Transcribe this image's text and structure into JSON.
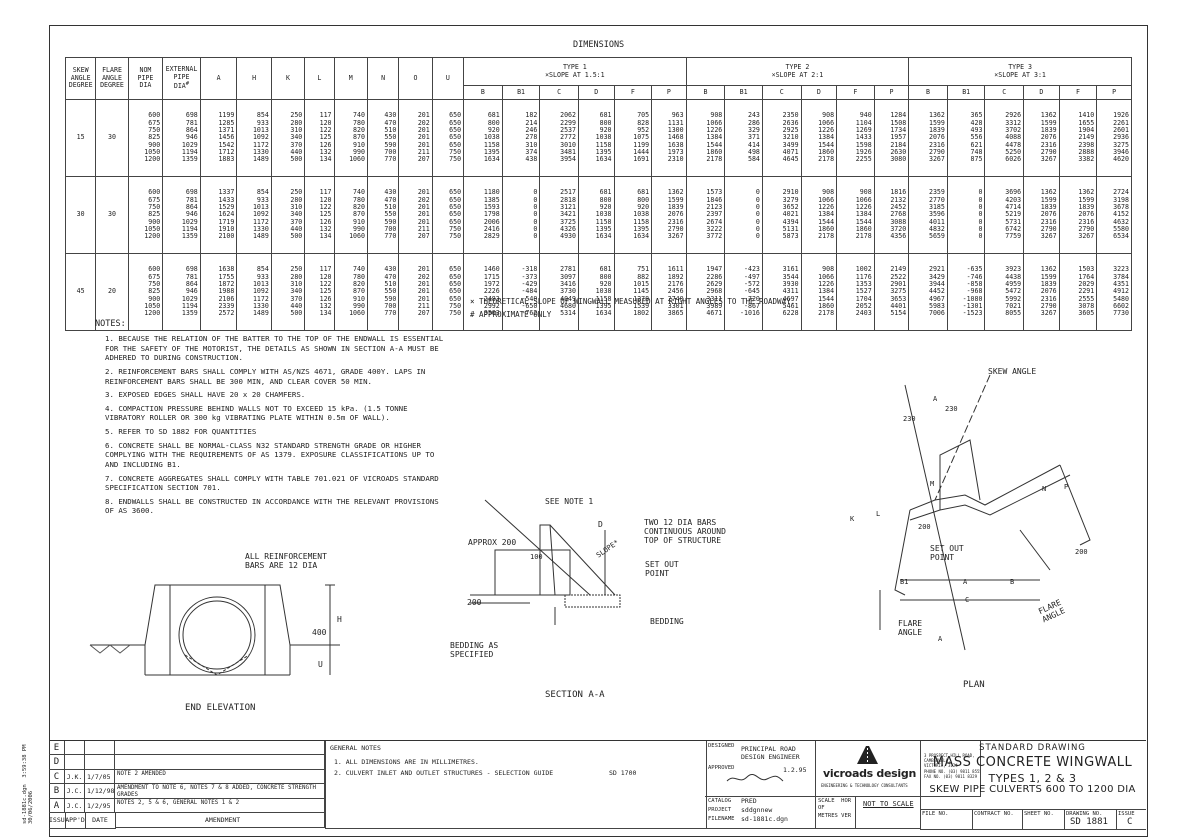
{
  "table": {
    "title": "DIMENSIONS",
    "headers": {
      "skew": "SKEW ANGLE DEGREE",
      "flare": "FLARE ANGLE DEGREE",
      "nom": "NOM PIPE DIA",
      "ext": "EXTERNAL PIPE DIA",
      "ext_mark": "#",
      "cols": [
        "A",
        "H",
        "K",
        "L",
        "M",
        "N",
        "O",
        "U"
      ],
      "type1": "TYPE 1",
      "type1_slope": "×SLOPE AT 1.5:1",
      "type2": "TYPE 2",
      "type2_slope": "×SLOPE AT 2:1",
      "type3": "TYPE 3",
      "type3_slope": "×SLOPE AT 3:1",
      "sub": [
        "B",
        "B1",
        "C",
        "D",
        "F",
        "P"
      ]
    },
    "groups": [
      {
        "skew": "15",
        "flare": "30",
        "nom": "600\n675\n750\n825\n900\n1050\n1200",
        "ext": "698\n781\n864\n946\n1029\n1194\n1359",
        "A": "1199\n1285\n1371\n1456\n1542\n1712\n1883",
        "H": "854\n933\n1013\n1092\n1172\n1330\n1489",
        "K": "250\n280\n310\n340\n370\n440\n500",
        "L": "117\n120\n122\n125\n126\n132\n134",
        "M": "740\n780\n820\n870\n910\n990\n1060",
        "N": "430\n470\n510\n550\n590\n700\n770",
        "O": "201\n202\n201\n201\n201\n211\n207",
        "U": "650\n650\n650\n650\n650\n750\n750",
        "t1": [
          "681\n800\n920\n1038\n1158\n1395\n1634",
          "182\n214\n246\n278\n310\n374\n438",
          "2062\n2299\n2537\n2772\n3010\n3481\n3954",
          "681\n800\n920\n1038\n1158\n1395\n1634",
          "705\n828\n952\n1075\n1199\n1444\n1691",
          "963\n1131\n1300\n1468\n1638\n1973\n2310"
        ],
        "t2": [
          "908\n1066\n1226\n1384\n1544\n1860\n2178",
          "243\n286\n329\n371\n414\n498\n584",
          "2350\n2636\n2925\n3210\n3499\n4071\n4645",
          "908\n1066\n1226\n1384\n1544\n1860\n2178",
          "940\n1104\n1269\n1433\n1598\n1926\n2255",
          "1284\n1508\n1734\n1957\n2184\n2630\n3080"
        ],
        "t3": [
          "1362\n1599\n1839\n2076\n2316\n2790\n3267",
          "365\n428\n493\n556\n621\n748\n875",
          "2926\n3312\n3702\n4088\n4478\n5250\n6026",
          "1362\n1599\n1839\n2076\n2316\n2790\n3267",
          "1410\n1655\n1904\n2149\n2398\n2888\n3382",
          "1926\n2261\n2601\n2936\n3275\n3946\n4620"
        ]
      },
      {
        "skew": "30",
        "flare": "30",
        "nom": "600\n675\n750\n825\n900\n1050\n1200",
        "ext": "698\n781\n864\n946\n1029\n1194\n1359",
        "A": "1337\n1433\n1529\n1624\n1719\n1910\n2100",
        "H": "854\n933\n1013\n1092\n1172\n1330\n1489",
        "K": "250\n280\n310\n340\n370\n440\n500",
        "L": "117\n120\n122\n125\n126\n132\n134",
        "M": "740\n780\n820\n870\n910\n990\n1060",
        "N": "430\n470\n510\n550\n590\n700\n770",
        "O": "201\n202\n201\n201\n201\n211\n207",
        "U": "650\n650\n650\n650\n650\n750\n750",
        "t1": [
          "1180\n1385\n1593\n1798\n2006\n2416\n2829",
          "0\n0\n0\n0\n0\n0\n0",
          "2517\n2818\n3121\n3421\n3725\n4326\n4930",
          "681\n800\n920\n1038\n1158\n1395\n1634",
          "681\n800\n920\n1038\n1158\n1395\n1634",
          "1362\n1599\n1839\n2076\n2316\n2790\n3267"
        ],
        "t2": [
          "1573\n1846\n2123\n2397\n2674\n3222\n3772",
          "0\n0\n0\n0\n0\n0\n0",
          "2910\n3279\n3652\n4021\n4394\n5131\n5873",
          "908\n1066\n1226\n1384\n1544\n1860\n2178",
          "908\n1066\n1226\n1384\n1544\n1860\n2178",
          "1816\n2132\n2452\n2768\n3088\n3720\n4356"
        ],
        "t3": [
          "2359\n2770\n3185\n3596\n4011\n4832\n5659",
          "0\n0\n0\n0\n0\n0\n0",
          "3696\n4203\n4714\n5219\n5731\n6742\n7759",
          "1362\n1599\n1839\n2076\n2316\n2790\n3267",
          "1362\n1599\n1839\n2076\n2316\n2790\n3267",
          "2724\n3198\n3678\n4152\n4632\n5580\n6534"
        ]
      },
      {
        "skew": "45",
        "flare": "20",
        "nom": "600\n675\n750\n825\n900\n1050\n1200",
        "ext": "698\n781\n864\n946\n1029\n1194\n1359",
        "A": "1638\n1755\n1872\n1988\n2106\n2339\n2572",
        "H": "854\n933\n1013\n1092\n1172\n1330\n1489",
        "K": "250\n280\n310\n340\n370\n440\n500",
        "L": "117\n120\n122\n125\n126\n132\n134",
        "M": "740\n780\n820\n870\n910\n990\n1060",
        "N": "430\n470\n510\n550\n590\n700\n770",
        "O": "201\n202\n201\n201\n201\n211\n207",
        "U": "650\n650\n650\n650\n650\n750\n750",
        "t1": [
          "1460\n1715\n1972\n2226\n2483\n2992\n3503",
          "-318\n-373\n-429\n-484\n-540\n-650\n-762",
          "2781\n3097\n3416\n3730\n4049\n4680\n5314",
          "681\n800\n920\n1038\n1158\n1395\n1634",
          "751\n882\n1015\n1145\n1278\n1539\n1802",
          "1611\n1892\n2176\n2456\n2740\n3301\n3865"
        ],
        "t2": [
          "1947\n2286\n2629\n2968\n3311\n3989\n4671",
          "-423\n-497\n-572\n-645\n-720\n-867\n-1016",
          "3161\n3544\n3930\n4311\n4697\n5461\n6228",
          "908\n1066\n1226\n1384\n1544\n1860\n2178",
          "1002\n1176\n1353\n1527\n1704\n2052\n2403",
          "2149\n2522\n2901\n3275\n3653\n4401\n5154"
        ],
        "t3": [
          "2921\n3429\n3944\n4452\n4967\n5983\n7006",
          "-635\n-746\n-858\n-968\n-1080\n-1301\n-1523",
          "3923\n4438\n4959\n5472\n5992\n7021\n8055",
          "1362\n1599\n1839\n2076\n2316\n2790\n3267",
          "1503\n1764\n2029\n2291\n2555\n3078\n3605",
          "3223\n3784\n4351\n4912\n5480\n6602\n7730"
        ]
      }
    ],
    "footnote1": "× THEORETICAL SLOPE OF WINGWALL MEASURED AT RIGHT ANGLES TO THE ROADWAY.",
    "footnote2": "# APPROXIMATE ONLY"
  },
  "notes": {
    "title": "NOTES:",
    "items": [
      "1. BECAUSE THE RELATION OF THE BATTER TO THE TOP OF THE ENDWALL IS ESSENTIAL FOR THE SAFETY OF THE MOTORIST, THE DETAILS AS SHOWN IN SECTION A-A MUST BE ADHERED TO DURING CONSTRUCTION.",
      "2. REINFORCEMENT BARS SHALL COMPLY WITH AS/NZS 4671, GRADE 400Y. LAPS IN REINFORCEMENT BARS SHALL BE 300 MIN, AND CLEAR COVER 50 MIN.",
      "3. EXPOSED EDGES SHALL HAVE 20 x 20 CHAMFERS.",
      "4. COMPACTION PRESSURE BEHIND WALLS NOT TO EXCEED 15 kPa. (1.5 TONNE VIBRATORY ROLLER OR 300 kg VIBRATING PLATE WITHIN 0.5m OF WALL).",
      "5. REFER TO SD 1882 FOR QUANTITIES",
      "6. CONCRETE SHALL BE NORMAL-CLASS N32 STANDARD STRENGTH GRADE OR HIGHER COMPLYING WITH THE REQUIREMENTS OF AS 1379. EXPOSURE CLASSIFICATIONS UP TO AND INCLUDING B1.",
      "7. CONCRETE AGGREGATES SHALL COMPLY WITH TABLE 701.021 OF VICROADS STANDARD SPECIFICATION SECTION 701.",
      "8. ENDWALLS SHALL BE CONSTRUCTED IN ACCORDANCE WITH THE RELEVANT PROVISIONS OF AS 3600."
    ]
  },
  "end_elevation": {
    "title": "END ELEVATION",
    "reinf": "ALL REINFORCEMENT\nBARS ARE 12 DIA",
    "dim_400": "400",
    "H": "H",
    "U": "U"
  },
  "section": {
    "title": "SECTION A-A",
    "see_note": "SEE NOTE 1",
    "approx200": "APPROX 200",
    "d100": "100",
    "d200": "200",
    "D": "D",
    "slope": "SLOPE*",
    "two_bars": "TWO 12 DIA BARS\nCONTINUOUS AROUND\nTOP OF STRUCTURE",
    "setout": "SET OUT\nPOINT",
    "bedding": "BEDDING",
    "bedding_as": "BEDDING AS\nSPECIFIED"
  },
  "plan": {
    "title": "PLAN",
    "skew_angle": "SKEW ANGLE",
    "flare_angle": "FLARE\nANGLE",
    "flare_angle2": "FLARE\nANGLE",
    "setout": "SET OUT\nPOINT",
    "d230a": "230",
    "d230b": "230",
    "d200a": "200",
    "d200b": "200",
    "letters": {
      "A": "A",
      "A2": "A",
      "B": "B",
      "B1": "B1",
      "C": "C",
      "K": "K",
      "L": "L",
      "M": "M",
      "N": "N",
      "P": "P",
      "A3": "A"
    }
  },
  "title_block": {
    "revisions": [
      {
        "rev": "E",
        "by": "",
        "date": "",
        "text": ""
      },
      {
        "rev": "D",
        "by": "",
        "date": "",
        "text": ""
      },
      {
        "rev": "C",
        "by": "J.K.",
        "date": "1/7/05",
        "text": "NOTE 2 AMENDED"
      },
      {
        "rev": "B",
        "by": "J.C.",
        "date": "1/12/98",
        "text": "AMENDMENT TO NOTE 6, NOTES 7 & 8 ADDED, CONCRETE STRENGTH GRADES"
      },
      {
        "rev": "A",
        "by": "J.C.",
        "date": "1/2/95",
        "text": "NOTES 2, 5 & 6, GENERAL NOTES 1 & 2"
      }
    ],
    "rev_headers": {
      "issue": "ISSUE",
      "appd": "APP'D",
      "date": "DATE",
      "amend": "AMENDMENT"
    },
    "general_notes_title": "GENERAL NOTES",
    "general_notes": [
      "1. ALL DIMENSIONS ARE IN MILLIMETRES.",
      "2. CULVERT INLET AND OUTLET STRUCTURES - SELECTION GUIDE"
    ],
    "sd1700": "SD 1700",
    "designed": "DESIGNED",
    "designer": "PRINCIPAL ROAD\nDESIGN ENGINEER",
    "approved": "APPROVED",
    "approved_date": "1.2.95",
    "catalog": "CATALOG",
    "catalog_val": "PRED",
    "project": "PROJECT",
    "project_val": "sddgnnew",
    "filename": "FILENAME",
    "filename_val": "sd-1881c.dgn",
    "logo": "vicroads design",
    "logo_sub": "ENGINEERING & TECHNOLOGY CONSULTANTS",
    "address": "3 PROSPECT HILL ROAD,\nCAMBERWELL,\nVICTORIA, 3124\nPHONE NO. (03) 9811 8555\nFAX NO. (03) 9811 8329",
    "scale_label": "SCALE  HOR\nOF\nMETRES VER",
    "scale_val": "NOT TO SCALE",
    "std_drawing": "STANDARD DRAWING",
    "title1": "MASS CONCRETE WINGWALL",
    "title2": "TYPES 1, 2 & 3",
    "title3": "SKEW PIPE CULVERTS 600 TO 1200 DIA",
    "file_no": "FILE NO.",
    "contract_no": "CONTRACT NO.",
    "sheet_no": "SHEET NO.",
    "drawing_no": "DRAWING NO.",
    "drawing_val": "SD 1881",
    "issue": "ISSUE",
    "issue_val": "C"
  },
  "sidebar": {
    "text": "sd-1881c.dgn  3:59:38 PM\n30/06/2006"
  }
}
